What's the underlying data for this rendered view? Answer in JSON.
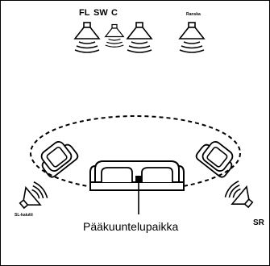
{
  "labels": {
    "front_left": "FL",
    "subwoofer": "SW",
    "center": "C",
    "front_right": "Ranska",
    "surround_left": "SL-kaiutti",
    "surround_right": "SR",
    "listening_position": "Pääkuuntelupaikka"
  }
}
